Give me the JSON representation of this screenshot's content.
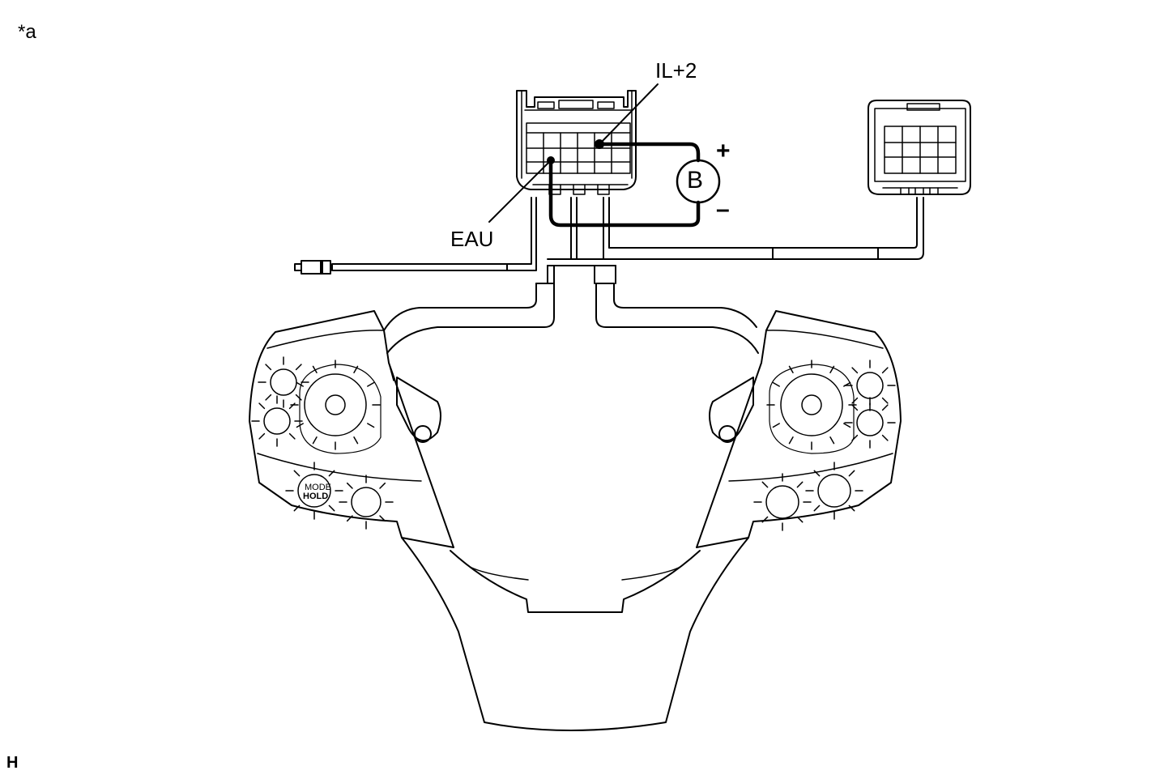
{
  "figure": {
    "corner_label": "*a",
    "footer_code": "H"
  },
  "callouts": {
    "terminal_positive": "IL+2",
    "terminal_negative": "EAU"
  },
  "meter": {
    "symbol": "B",
    "plus": "+",
    "minus": "–"
  },
  "switch_labels": {
    "mode_top": "MODE",
    "mode_bottom": "HOLD"
  },
  "icons": {
    "connector_main": "connector-icon",
    "connector_small": "connector-icon",
    "meter": "voltmeter-icon",
    "steering_pad": "steering-wheel-pad-icon"
  }
}
